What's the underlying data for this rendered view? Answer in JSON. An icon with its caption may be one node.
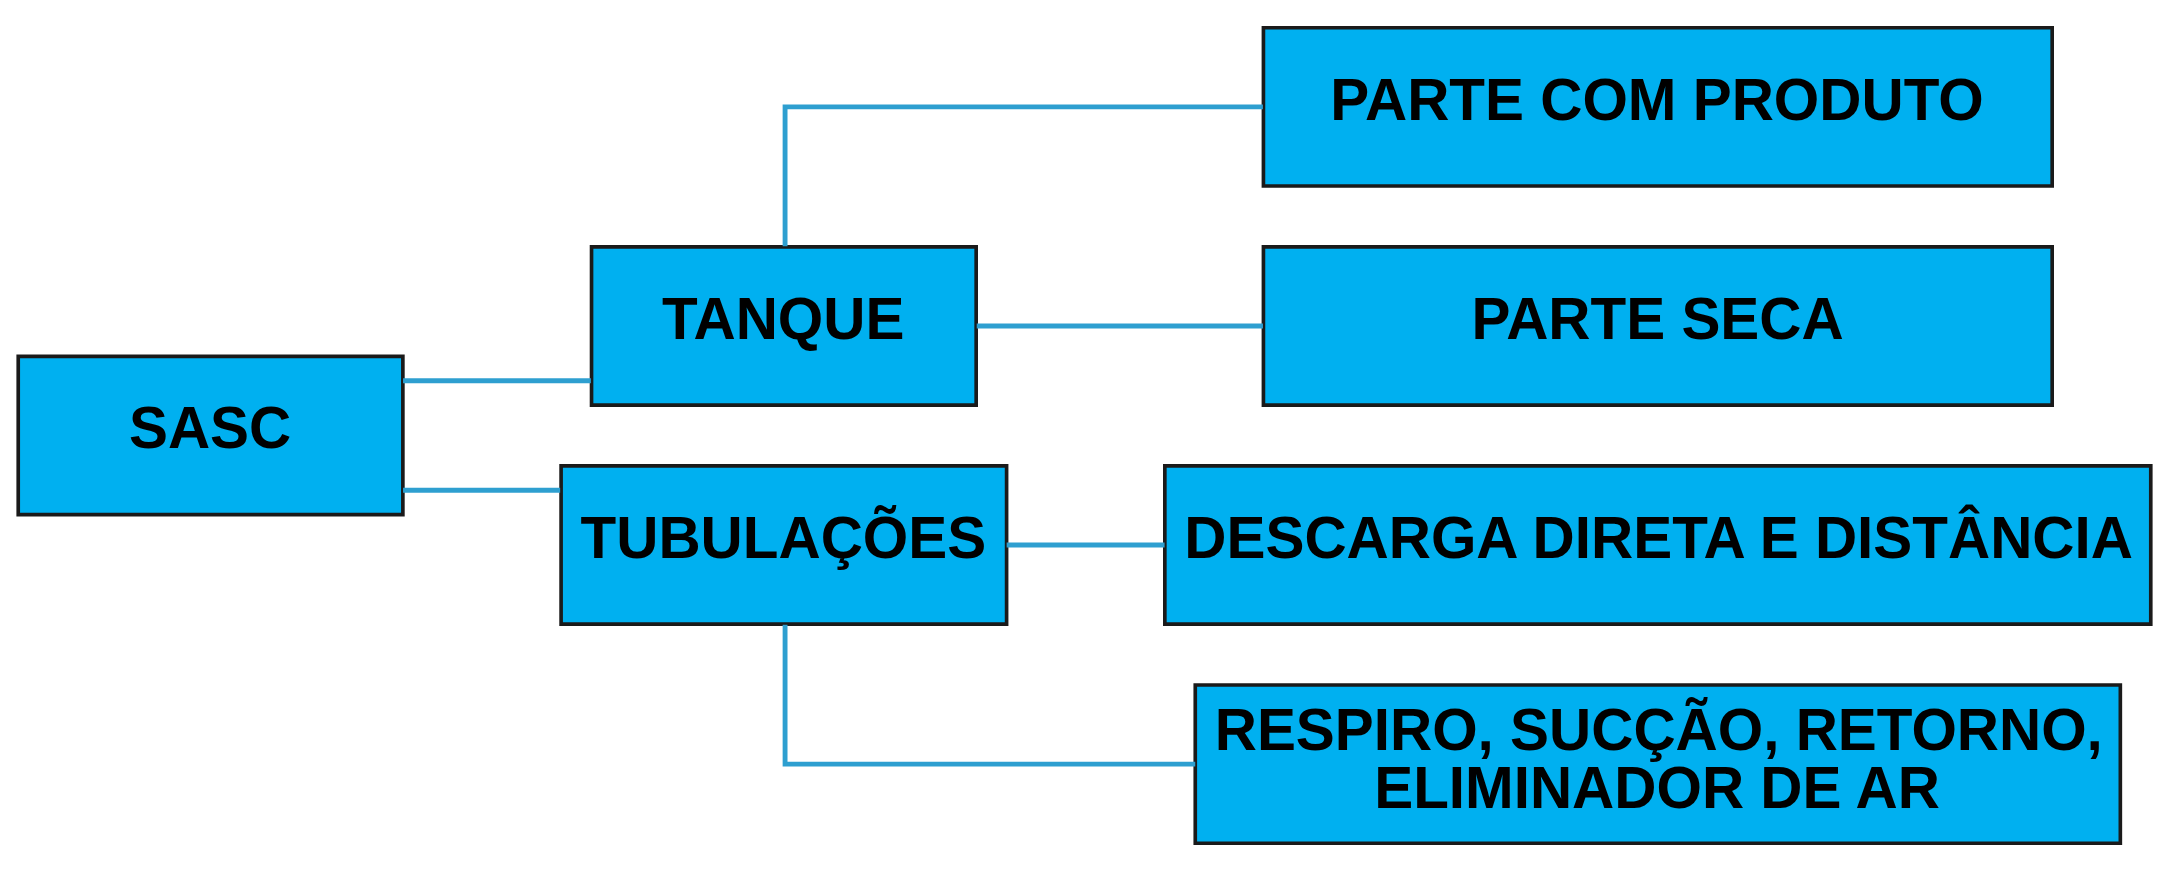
{
  "diagram": {
    "nodes": [
      {
        "text": [
          "SASC"
        ]
      },
      {
        "text": [
          "TANQUE"
        ]
      },
      {
        "text": [
          "TUBULAÇÕES"
        ]
      },
      {
        "text": [
          "PARTE COM PRODUTO"
        ]
      },
      {
        "text": [
          "PARTE SECA"
        ]
      },
      {
        "text": [
          "DESCARGA DIRETA E DISTÂNCIA"
        ]
      },
      {
        "text": [
          "RESPIRO, SUCÇÃO, RETORNO, ELIMINADOR DE AR"
        ]
      }
    ],
    "edges": [
      {
        "from": 0,
        "to": 1,
        "arrow": "none"
      },
      {
        "from": 0,
        "to": 2,
        "arrow": "none"
      },
      {
        "from": 1,
        "to": 3,
        "arrow": "none"
      },
      {
        "from": 1,
        "to": 4,
        "arrow": "none"
      },
      {
        "from": 2,
        "to": 5,
        "arrow": "none"
      },
      {
        "from": 2,
        "to": 6,
        "arrow": "none"
      }
    ]
  }
}
